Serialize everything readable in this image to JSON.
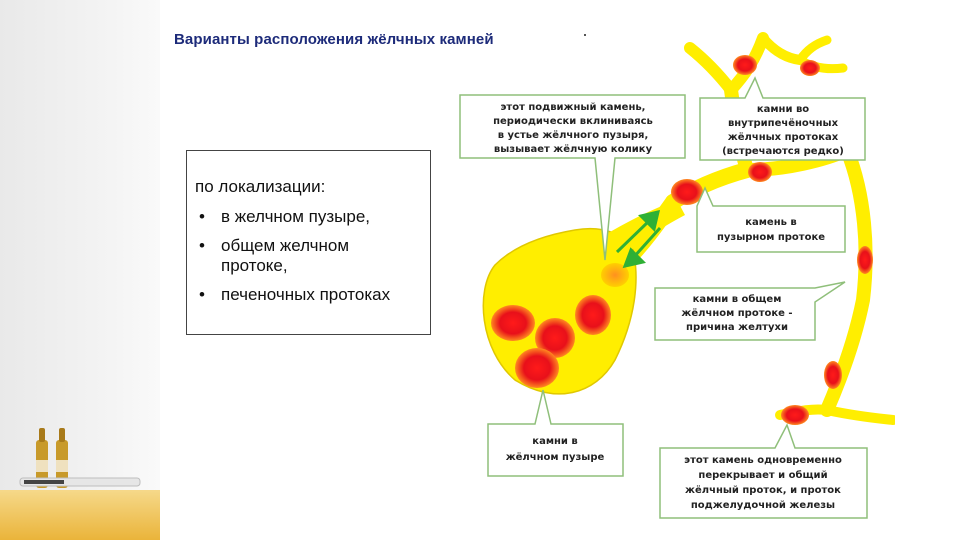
{
  "title": "Варианты расположения жёлчных камней",
  "list": {
    "lead": "по локализации:",
    "items": [
      {
        "bullet": "•",
        "lines": [
          "в желчном пузыре,"
        ]
      },
      {
        "bullet": "•",
        "lines": [
          "общем желчном",
          "протоке,"
        ]
      },
      {
        "bullet": "•",
        "lines": [
          "печеночных протоках"
        ]
      }
    ]
  },
  "diagram": {
    "callouts": [
      {
        "id": "mobile-stone",
        "lines": [
          "этот подвижный камень,",
          "периодически вклиниваясь",
          "в устье жёлчного пузыря,",
          "вызывает жёлчную колику"
        ]
      },
      {
        "id": "intrahepatic",
        "lines": [
          "камни во",
          "внутрипечёночных",
          "жёлчных протоках",
          "(встречаются редко)"
        ]
      },
      {
        "id": "cystic-duct",
        "lines": [
          "камень в",
          "пузырном протоке"
        ]
      },
      {
        "id": "common-duct",
        "lines": [
          "камни в общем",
          "жёлчном протоке -",
          "причина желтухи"
        ]
      },
      {
        "id": "gallbladder",
        "lines": [
          "камни в",
          "жёлчном пузыре"
        ]
      },
      {
        "id": "pancreatic",
        "lines": [
          "этот камень одновременно",
          "перекрывает и общий",
          "жёлчный проток, и проток",
          "поджелудочной железы"
        ]
      }
    ],
    "colors": {
      "bile": "#ffee00",
      "bile_edge": "#e0c800",
      "stone": "#e8101a",
      "stone_glow": "#ff7a20",
      "arrow": "#2fb035",
      "box_fill": "#ffffff",
      "box_edge": "#8fbf7a"
    }
  }
}
